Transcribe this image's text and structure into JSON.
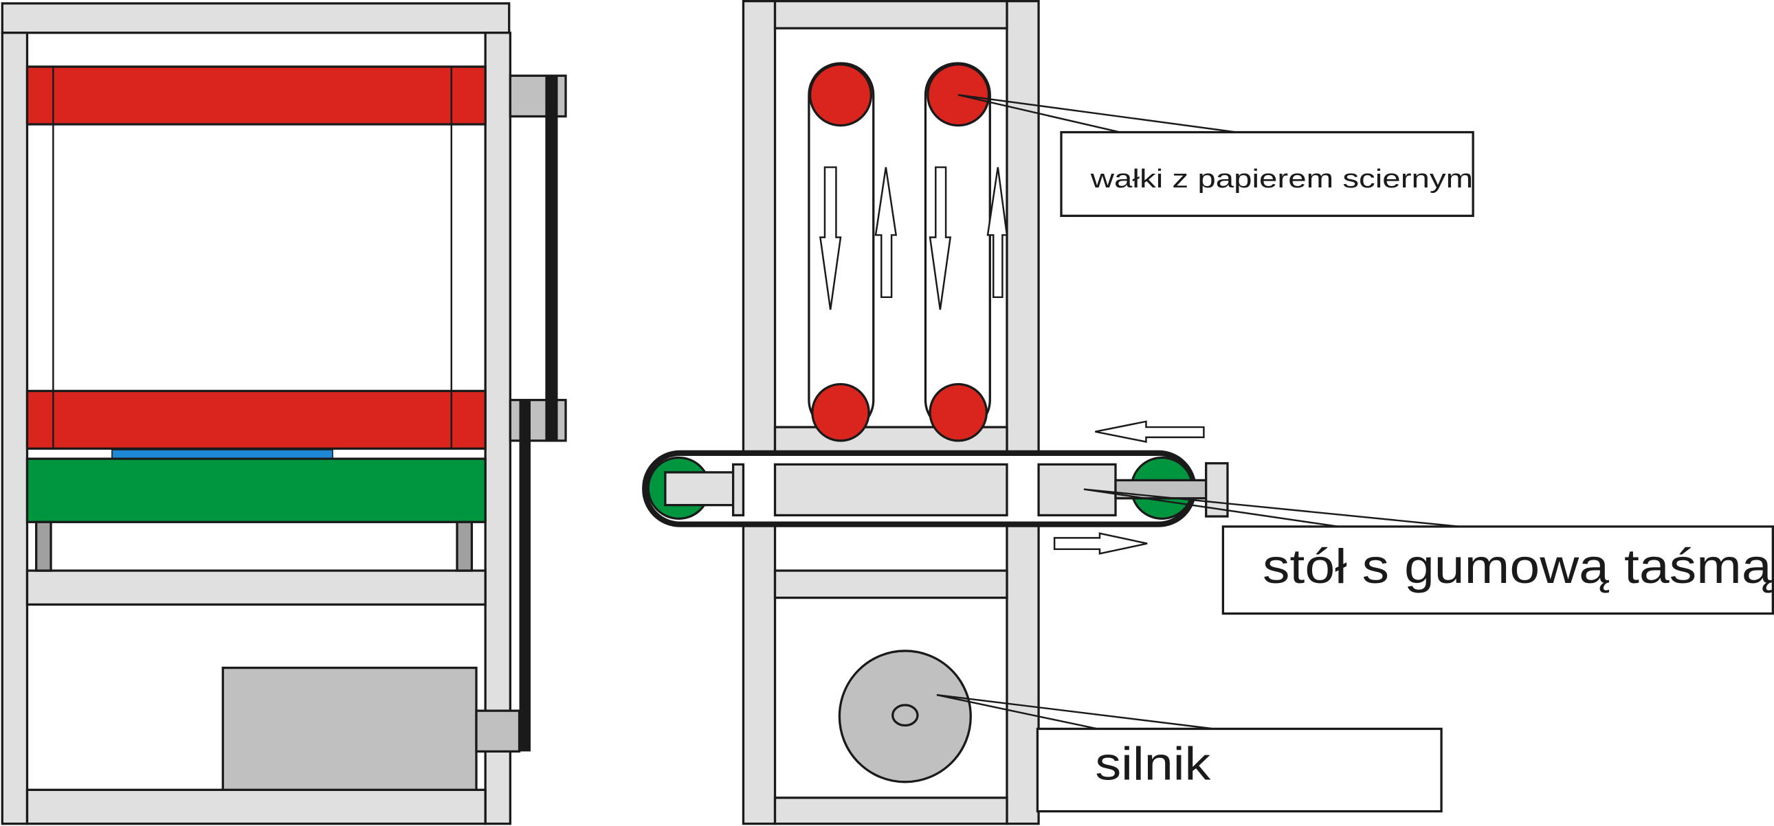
{
  "colors": {
    "frame": "#e0e0e0",
    "roller": "#d9251d",
    "table": "#00963f",
    "workpiece": "#1e88d6",
    "motor": "#c0c0c0",
    "belt": "#1a1a1a",
    "outline": "#1a1a1a"
  },
  "labels": {
    "rollers": "wałki z papierem sciernym",
    "table": "stół s gumową taśmą",
    "motor": "silnik"
  },
  "icons": [
    "arrow-down-icon",
    "arrow-up-icon",
    "arrow-left-icon",
    "arrow-right-icon"
  ]
}
